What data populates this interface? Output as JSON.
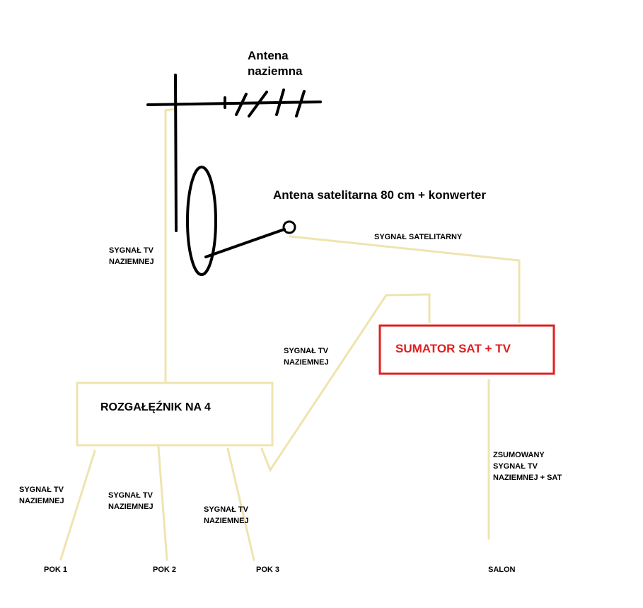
{
  "diagram": {
    "terrestrial_antenna": {
      "line1": "Antena",
      "line2": "naziemna"
    },
    "satellite_antenna": {
      "label": "Antena satelitarna 80 cm + konwerter"
    },
    "signal_sat": "SYGNAŁ SATELITARNY",
    "signal_tv_mast": {
      "line1": "SYGNAŁ TV",
      "line2": "NAZIEMNEJ"
    },
    "signal_tv_to_combiner": {
      "line1": "SYGNAŁ TV",
      "line2": "NAZIEMNEJ"
    },
    "splitter": {
      "label": "ROZGAŁĘŹNIK NA 4"
    },
    "combiner": {
      "label": "SUMATOR SAT + TV"
    },
    "combined_signal": {
      "line1": "ZSUMOWANY",
      "line2": "SYGNAŁ TV",
      "line3": "NAZIEMNEJ + SAT"
    },
    "outputs": [
      {
        "signal_line1": "SYGNAŁ TV",
        "signal_line2": "NAZIEMNEJ",
        "room": "POK 1"
      },
      {
        "signal_line1": "SYGNAŁ TV",
        "signal_line2": "NAZIEMNEJ",
        "room": "POK 2"
      },
      {
        "signal_line1": "SYGNAŁ TV",
        "signal_line2": "NAZIEMNEJ",
        "room": "POK 3"
      }
    ],
    "salon": "SALON"
  },
  "colors": {
    "cable": "#efe4b0",
    "combiner_border": "#e02020",
    "combiner_text": "#e02020",
    "antenna": "#000000"
  }
}
